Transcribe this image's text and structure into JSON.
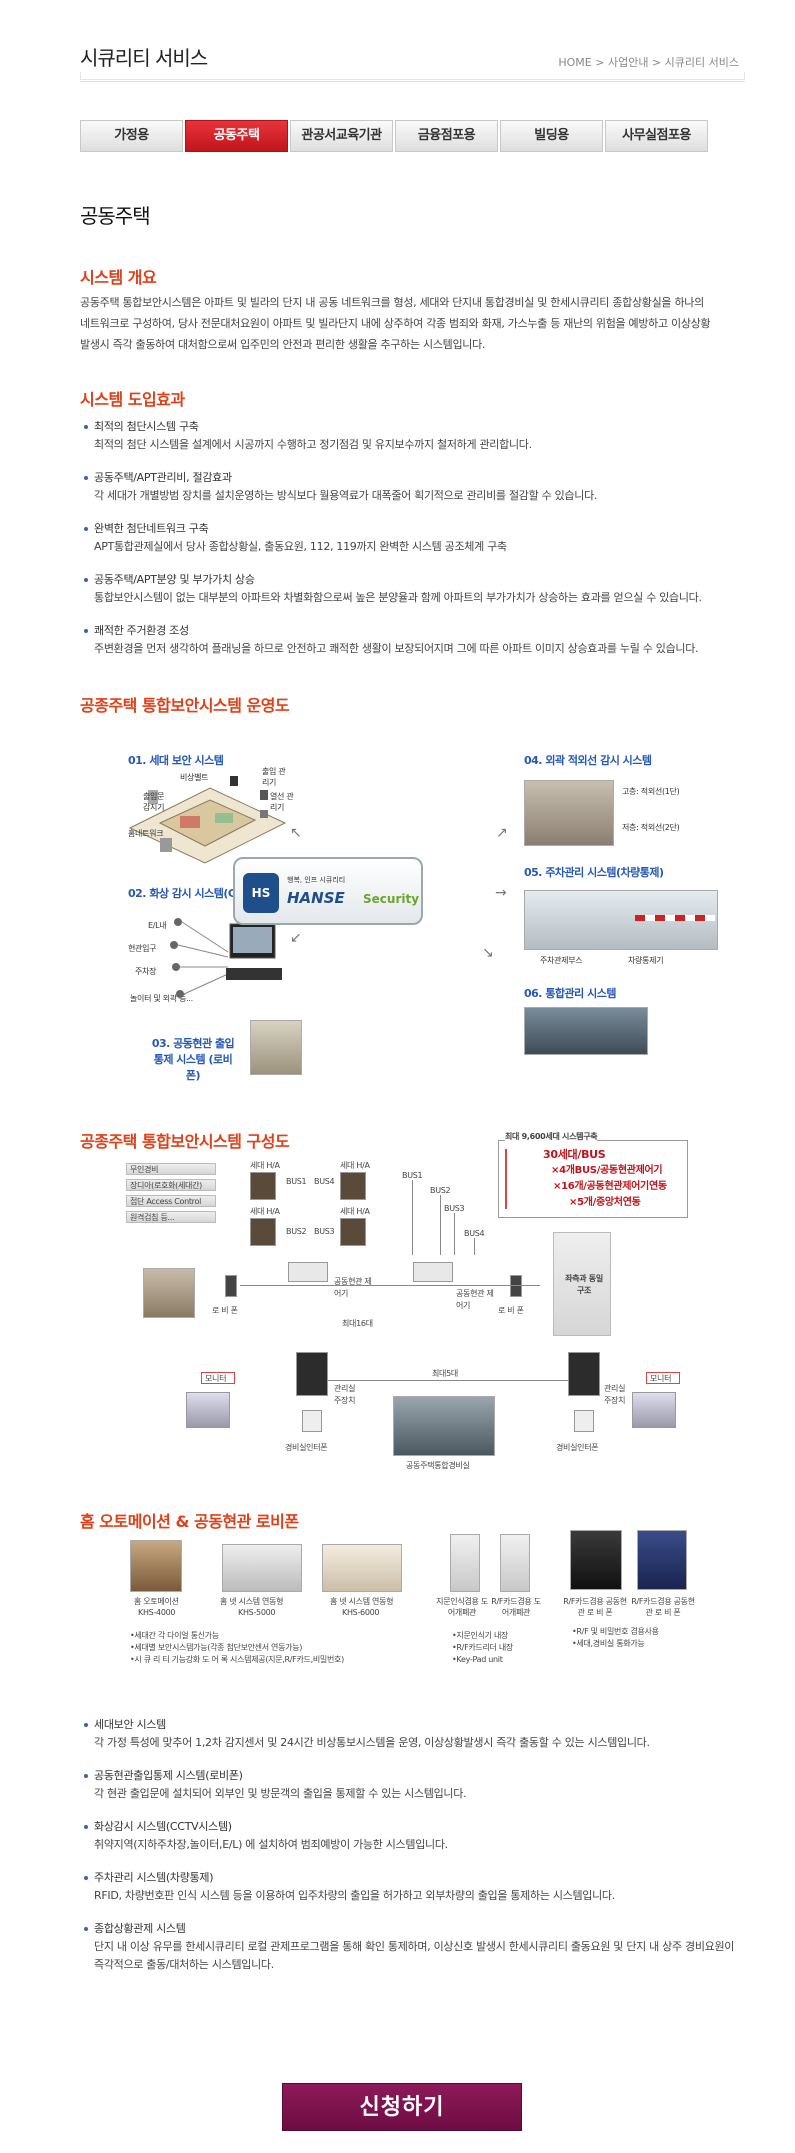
{
  "header": {
    "title": "시큐리티 서비스",
    "breadcrumb": [
      "HOME",
      "사업안내",
      "시큐리티 서비스"
    ],
    "sep": ">"
  },
  "tabs": [
    {
      "label": "가정용",
      "active": false
    },
    {
      "label": "공동주택",
      "active": true
    },
    {
      "label": "관공서교육기관",
      "active": false
    },
    {
      "label": "금융점포용",
      "active": false
    },
    {
      "label": "빌딩용",
      "active": false
    },
    {
      "label": "사무실점포용",
      "active": false
    }
  ],
  "page_title": "공동주택",
  "overview": {
    "heading": "시스템 개요",
    "lines": [
      "공동주택 통합보안시스템은 아파트 및 빌라의 단지 내 공동 네트워크를 형성, 세대와 단지내 통합경비실 및 한세시큐리티 종합상황실을 하나의",
      "네트워크로 구성하여, 당사 전문대처요원이 아파트 및 빌라단지 내에 상주하여 각종 범죄와 화재, 가스누출 등 재난의 위험을 예방하고 이상상황",
      "발생시 즉각 출동하여 대처함으로써 입주민의 안전과 편리한 생활을 추구하는 시스템입니다."
    ]
  },
  "effects": {
    "heading": "시스템 도입효과",
    "items": [
      {
        "title": "최적의 첨단시스템 구축",
        "desc": "최적의 첨단 시스템을 설계에서 시공까지 수행하고 정기점검 및 유지보수까지 철저하게 관리합니다."
      },
      {
        "title": "공동주택/APT관리비, 절감효과",
        "desc": "각 세대가 개별방범 장치를 설치운영하는 방식보다 월용역료가 대폭줄어 획기적으로 관리비를 절감할 수 있습니다."
      },
      {
        "title": "완벽한 첨단네트워크 구축",
        "desc": "APT통합관제실에서 당사 종합상황실, 출동요원, 112, 119까지 완벽한 시스템 공조체계 구축"
      },
      {
        "title": "공동주택/APT분양 및 부가가치 상승",
        "desc": "통합보안시스템이 없는 대부분의 아파트와 차별화함으로써 높은 분양율과 함께 아파트의 부가가치가 상승하는 효과를 얻으실 수 있습니다."
      },
      {
        "title": "쾌적한 주거환경 조성",
        "desc": "주변환경을 먼저 생각하여 플래닝을 하므로 안전하고 쾌적한 생활이 보장되어지며 그에 따른 아파트 이미지 상승효과를 누릴 수 있습니다."
      }
    ]
  },
  "operation": {
    "heading": "공종주택 통합보안시스템 운영도",
    "s1": "01. 세대 보안 시스템",
    "s1_labels": [
      "비상벨트",
      "출입문 감지기",
      "홈네트워크",
      "출입 관리기",
      "열선 관리기"
    ],
    "s2": "02. 화상 감시 시스템(CCTV/DVR)",
    "s2_labels": [
      "E/L내",
      "현관입구",
      "주차장",
      "놀이터 및 외곽 등..."
    ],
    "s3": "03. 공동현관 출입통제 시스템 (로비폰)",
    "s4": "04. 외곽 적외선 감시 시스템",
    "s4_labels": [
      "고층: 적외선(1단)",
      "저층: 적외선(2단)"
    ],
    "s5": "05. 주차관리 시스템(차량통제)",
    "s5_labels": [
      "주차관제부스",
      "차량통제기"
    ],
    "s6": "06. 통합관리 시스템",
    "logo": {
      "mark": "HS",
      "tag": "행복, 인프 시큐리티",
      "name": "HANSE",
      "sub": "Security"
    }
  },
  "composition": {
    "heading": "공종주택 통합보안시스템 구성도",
    "legend": [
      "무인경비",
      "장디아(로호화(세대간)",
      "접단 Access Control",
      "원격검침 등..."
    ],
    "ha": [
      "세대 H/A",
      "세대 H/A",
      "세대 H/A",
      "세대 H/A"
    ],
    "bus": [
      "BUS1",
      "BUS4",
      "BUS2",
      "BUS3",
      "BUS1",
      "BUS2",
      "BUS3",
      "BUS4"
    ],
    "max_title": "최대 9,600세대 시스템구축",
    "max_lines": [
      "30세대/BUS",
      "×4개BUS/공동현관제어기",
      "×16개/공동현관제어기연동",
      "×5개/중앙처연동"
    ],
    "ctrl": [
      "공동현관 제어기",
      "공동현관 제어기"
    ],
    "lobby": [
      "로 비 폰",
      "로 비 폰"
    ],
    "max16": "최대16대",
    "max5": "최대5대",
    "block": "좌측과 동일 구조",
    "manager": [
      "관리실 주장치",
      "관리실 주장치"
    ],
    "guard": [
      "경비실인터폰",
      "경비실인터폰"
    ],
    "monitor": [
      "모니터",
      "모니터"
    ],
    "center": "공동주택통합경비실"
  },
  "homeauto": {
    "heading": "홈 오토메이션 & 공동현관 로비폰",
    "products": [
      {
        "name": "홈 오토메이션",
        "model": "KHS-4000"
      },
      {
        "name": "홈 넷 시스템 연동형",
        "model": "KHS-5000"
      },
      {
        "name": "홈 넷 시스템 연동형",
        "model": "KHS-6000"
      },
      {
        "name": "지문인식겸용 도어개폐관",
        "model": ""
      },
      {
        "name": "R/F카드겸용 도어개폐관",
        "model": ""
      },
      {
        "name": "R/F카드겸용 공동현관 로 비 폰",
        "model": ""
      },
      {
        "name": "R/F카드겸용 공동현관 로 비 폰",
        "model": ""
      }
    ],
    "notes_left": [
      "•세대간 각 다이얼 통신가능",
      "•세대별 보안시스템가능(각종 첨단보안센서 연동가능)",
      "•시 큐 리 티 기능강화 도 어 록 시스템제공(지문,R/F카드,비밀번호)"
    ],
    "notes_mid": [
      "•지문인식기 내장",
      "•R/F카드리더 내장",
      "•Key-Pad unit"
    ],
    "notes_right": [
      "•R/F 및 비밀번호 겸용사용",
      "•세대,경비실 통화가능"
    ]
  },
  "systems": [
    {
      "title": "세대보안 시스템",
      "desc": [
        "각 가정 특성에 맞추어 1,2차 감지센서 및 24시간 비상통보시스템을 운영, 이상상황발생시 즉각 출동할 수 있는 시스템입니다."
      ]
    },
    {
      "title": "공동현관출입통제 시스템(로비폰)",
      "desc": [
        "각 현관 출입문에 설치되어 외부인 및 방문객의 출입을 통제할 수 있는 시스템입니다."
      ]
    },
    {
      "title": "화상감시 시스템(CCTV시스템)",
      "desc": [
        "취약지역(지하주차장,놀이터,E/L) 에 설치하여 범죄예방이 가능한 시스템입니다."
      ]
    },
    {
      "title": "주차관리 시스템(차량통제)",
      "desc": [
        "RFID, 차량번호판 인식 시스템 등을 이용하여 입주차량의 출입을 허가하고 외부차량의 출입을 통제하는 시스템입니다."
      ]
    },
    {
      "title": "종합상황관제 시스템",
      "desc": [
        "단지 내 이상 유무를 한세시큐리티 로컬 관제프로그램을 통해 확인 통제하며, 이상신호 발생시 한세시큐리티 출동요원 및 단지 내 상주 경비요원이",
        "즉각적으로 출동/대처하는 시스템입니다."
      ]
    }
  ],
  "apply_button": "신청하기",
  "colors": {
    "accent": "#e0401a",
    "tab_active": "#d02228",
    "button": "#7a1049",
    "blue": "#2658b8"
  }
}
